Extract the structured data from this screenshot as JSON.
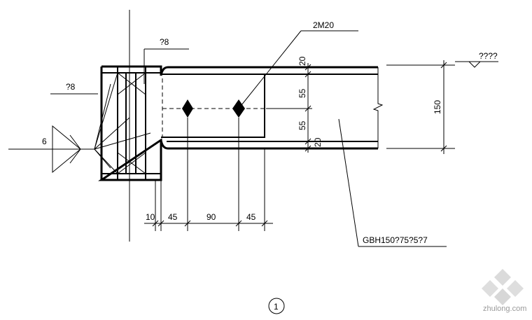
{
  "labels": {
    "bolt_label": "2M20",
    "weld_top_label": "?8",
    "weld_left_label": "?8",
    "weld_size_label": "6",
    "elevation_label": "????",
    "member_label": "GBH150?75?5?7",
    "section_no": "1"
  },
  "dimensions": {
    "vertical_right": "150",
    "vertical_segments": [
      "20",
      "55",
      "55",
      "20"
    ],
    "horizontal_segments": [
      "10",
      "45",
      "90",
      "45"
    ]
  },
  "watermark": "zhulong.com"
}
